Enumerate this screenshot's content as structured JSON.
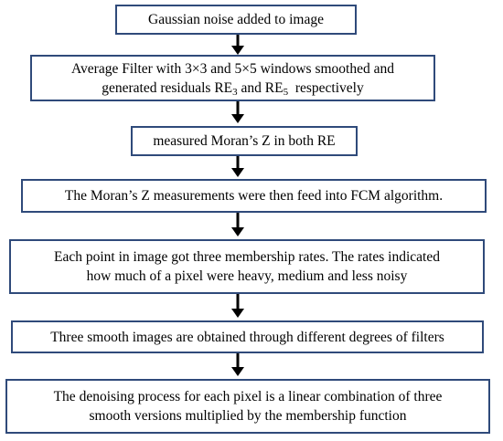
{
  "steps": [
    {
      "lines": [
        "Gaussian noise added to image"
      ]
    },
    {
      "line1": "Average Filter with 3×3 and 5×5 windows smoothed and",
      "line2_prefix": "generated residuals RE",
      "sub1": "3",
      "line2_middle": " and RE",
      "sub2": "5",
      "line2_suffix": "  respectively"
    },
    {
      "lines": [
        "measured Moran’s Z in both RE"
      ]
    },
    {
      "lines": [
        "The Moran’s Z measurements were then feed into FCM algorithm."
      ]
    },
    {
      "lines": [
        "Each point in image got three membership rates. The rates indicated",
        "how much of a pixel were heavy, medium and less noisy"
      ]
    },
    {
      "lines": [
        "Three smooth images are obtained through different degrees of filters"
      ]
    },
    {
      "lines": [
        "The denoising process for each pixel is a linear combination of three",
        "smooth versions multiplied by the membership function"
      ]
    }
  ],
  "colors": {
    "box_border": "#2f4a7a",
    "arrow": "#000000"
  }
}
